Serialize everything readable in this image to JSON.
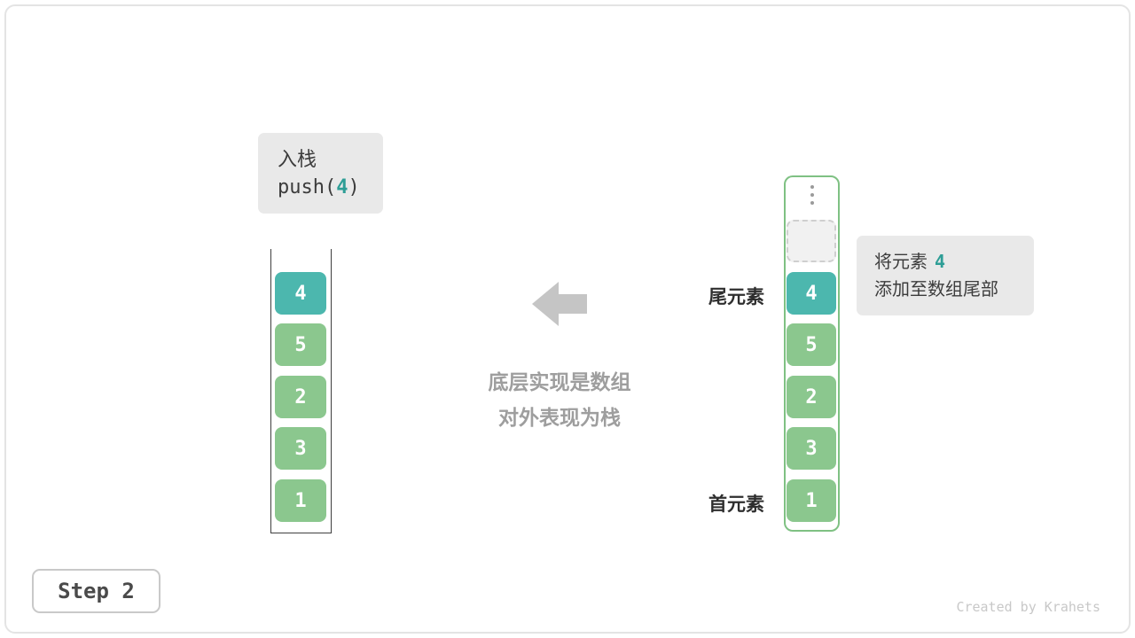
{
  "colors": {
    "teal": "#4CB7AE",
    "teal_text": "#2e9e96",
    "green": "#8BC78E",
    "green_border": "#7fc183",
    "box_gray": "#e9e9e9",
    "arrow_gray": "#c5c5c5",
    "caption_gray": "#9e9e9e",
    "text_dark": "#3c3c3c"
  },
  "push_box": {
    "line1": "入栈",
    "code_prefix": "push(",
    "code_value": "4",
    "code_suffix": ")"
  },
  "left_stack": {
    "cells": [
      "4",
      "5",
      "2",
      "3",
      "1"
    ]
  },
  "right_stack": {
    "cells": [
      "4",
      "5",
      "2",
      "3",
      "1"
    ]
  },
  "labels": {
    "tail": "尾元素",
    "head": "首元素"
  },
  "middle_caption": {
    "line1": "底层实现是数组",
    "line2": "对外表现为栈"
  },
  "annotation_box": {
    "line1_prefix": "将元素",
    "line1_value": "4",
    "line2": "添加至数组尾部"
  },
  "step_badge": "Step 2",
  "credit": "Created by Krahets"
}
